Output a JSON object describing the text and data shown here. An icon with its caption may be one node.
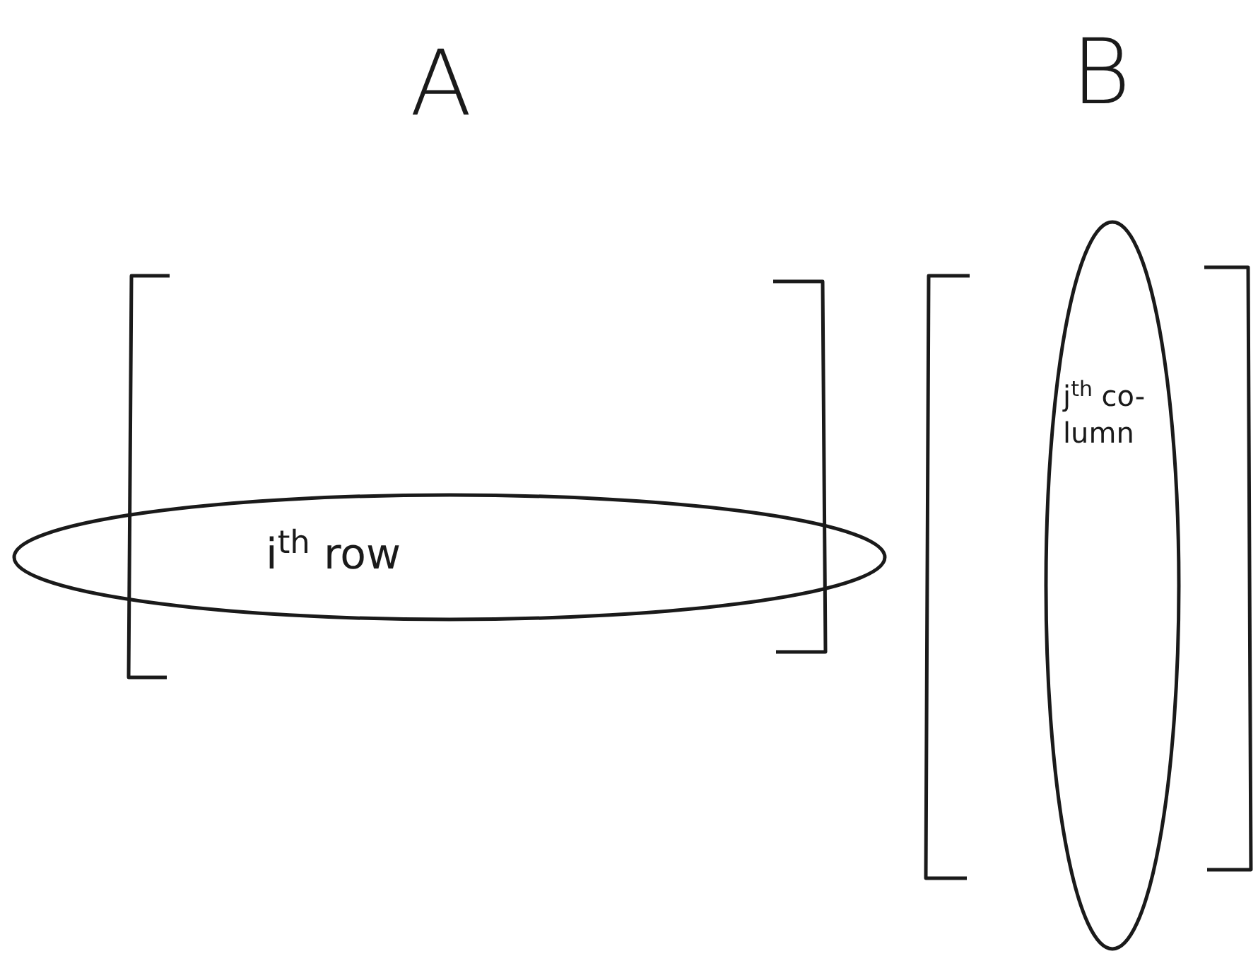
{
  "diagram": {
    "nodes": [
      {
        "text": [
          "i$^{th}$ row"
        ]
      },
      {
        "text": [
          "j$^{th}$ co- lumn"
        ]
      }
    ],
    "labels": [
      "A",
      "B"
    ]
  }
}
